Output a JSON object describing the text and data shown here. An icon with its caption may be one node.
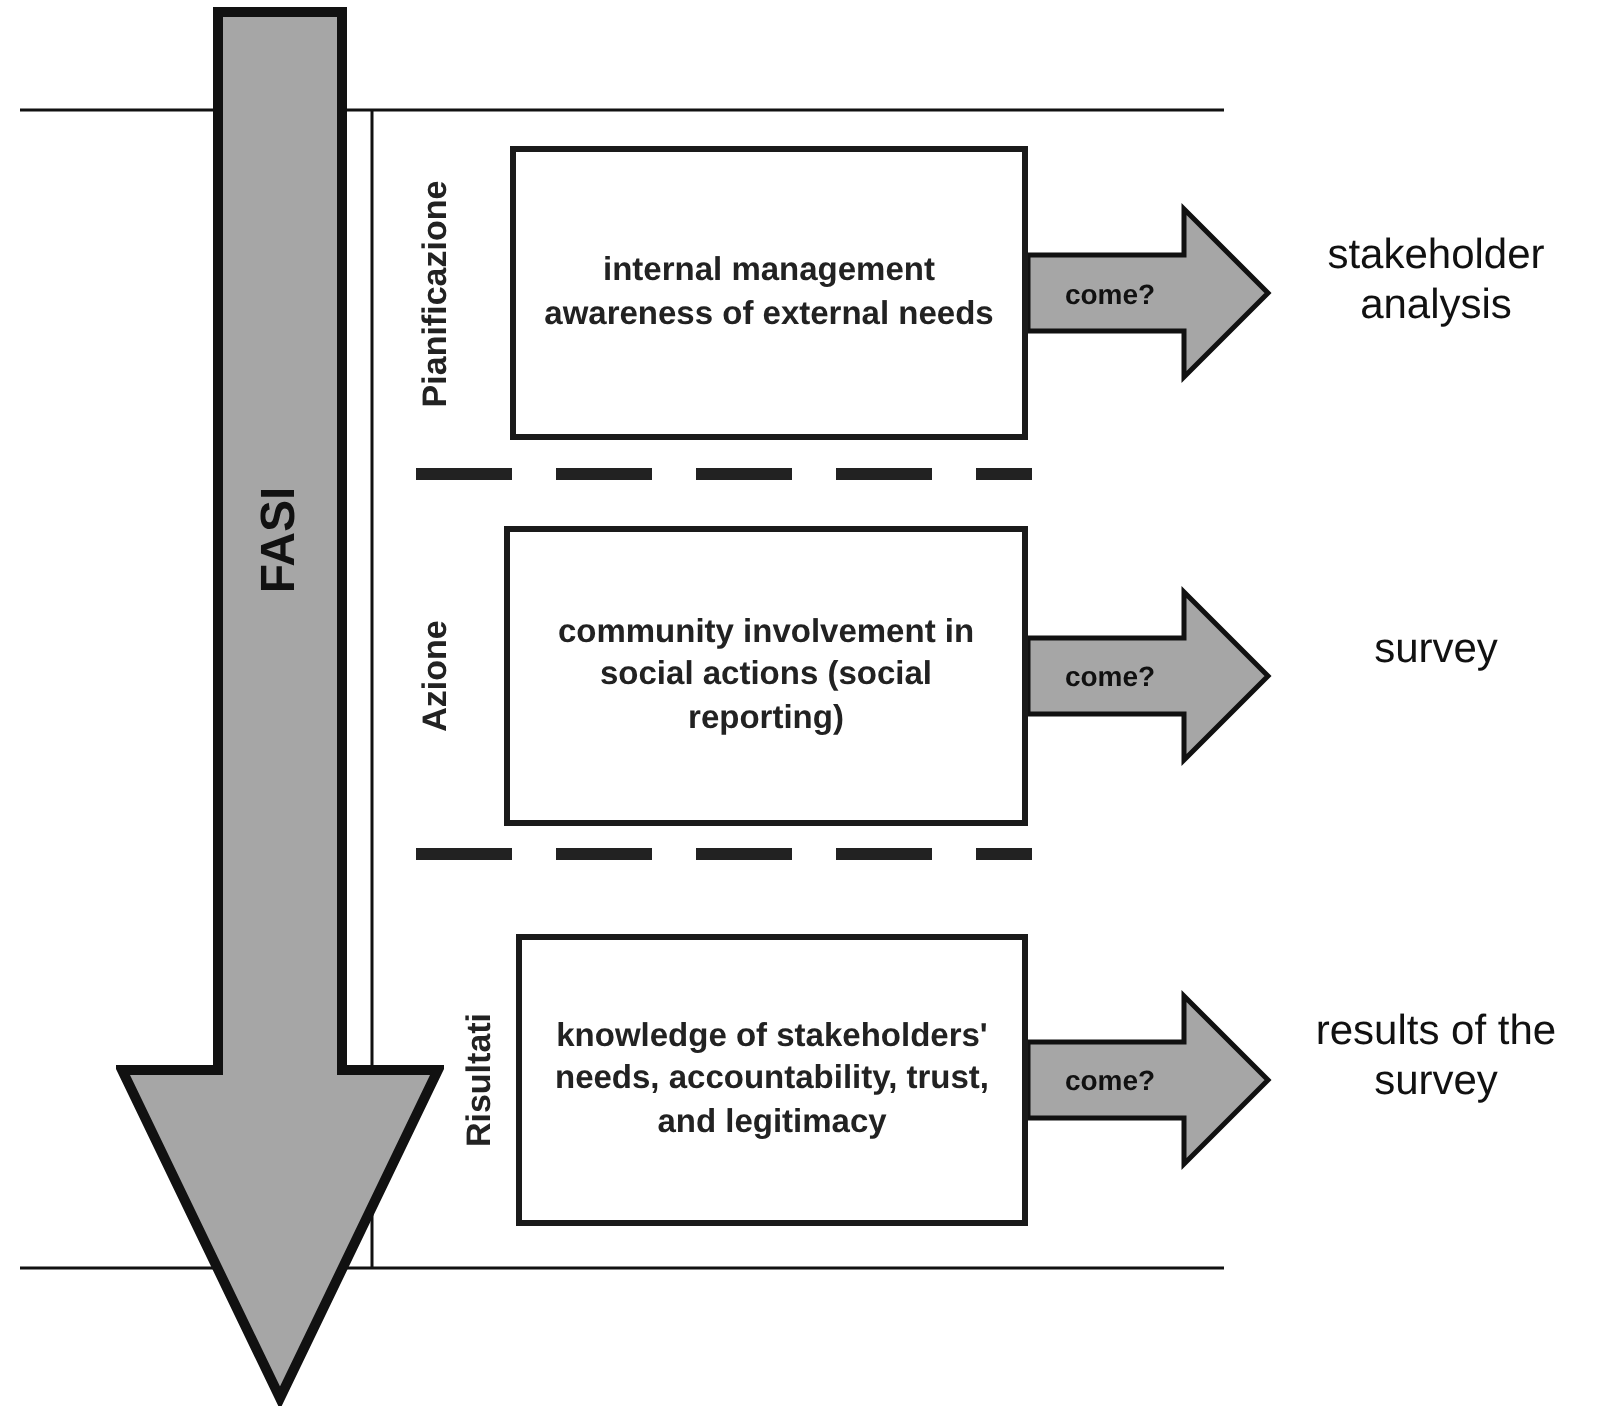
{
  "diagram": {
    "nodes": [
      {
        "text": [
          "FASI"
        ]
      },
      {
        "text": [
          "Pianificazione",
          "internal management awareness of external needs"
        ]
      },
      {
        "text": [
          "Azione",
          "community involvement in social actions (social reporting)"
        ]
      },
      {
        "text": [
          "Risultati",
          "knowledge of stakeholders' needs, accountability, trust, and legitimacy"
        ]
      },
      {
        "text": [
          "stakeholder analysis"
        ]
      },
      {
        "text": [
          "survey"
        ]
      },
      {
        "text": [
          "results of the survey"
        ]
      }
    ],
    "edges": [
      {
        "from": 1,
        "to": 4,
        "arrow": "to",
        "label": "come?"
      },
      {
        "from": 2,
        "to": 5,
        "arrow": "to",
        "label": "come?"
      },
      {
        "from": 3,
        "to": 6,
        "arrow": "to",
        "label": "come?"
      }
    ]
  }
}
